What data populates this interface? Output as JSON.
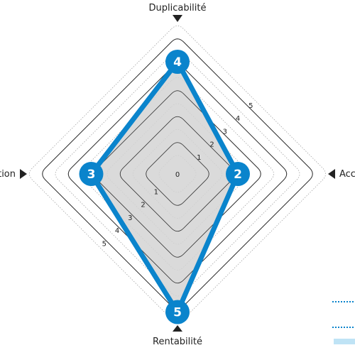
{
  "chart_data": {
    "type": "radar",
    "axes": [
      {
        "label": "Duplicabilité",
        "position": "top",
        "value": 4
      },
      {
        "label": "Acc",
        "position": "right",
        "value": 2
      },
      {
        "label": "Rentabilité",
        "position": "bottom",
        "value": 5
      },
      {
        "label": "tion",
        "position": "left",
        "value": 3
      }
    ],
    "scale_min": 0,
    "scale_max": 5,
    "rings": [
      0,
      1,
      2,
      3,
      4,
      5
    ],
    "tick_labels_upper_right": [
      "1",
      "2",
      "3",
      "4",
      "5"
    ],
    "tick_labels_lower_left": [
      "1",
      "2",
      "3",
      "4",
      "5"
    ],
    "center_label": "0",
    "grid": true
  },
  "colors": {
    "series": "#0a84cc",
    "area": "#d4d4d4",
    "grid": "#333333",
    "legend_light": "#bfe3f5"
  }
}
